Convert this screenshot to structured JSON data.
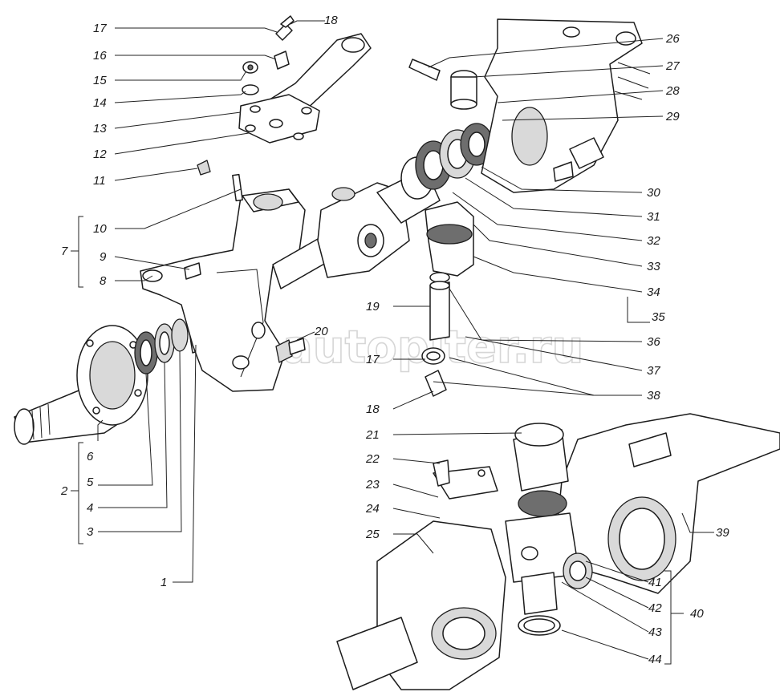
{
  "watermark": "autopiter.ru",
  "callouts": {
    "c1": "1",
    "c2": "2",
    "c3": "3",
    "c4": "4",
    "c5": "5",
    "c6": "6",
    "c7": "7",
    "c8": "8",
    "c9": "9",
    "c10": "10",
    "c11": "11",
    "c12": "12",
    "c13": "13",
    "c14": "14",
    "c15": "15",
    "c16": "16",
    "c17a": "17",
    "c18a": "18",
    "c17b": "17",
    "c18b": "18",
    "c19": "19",
    "c20": "20",
    "c21": "21",
    "c22": "22",
    "c23": "23",
    "c24": "24",
    "c25": "25",
    "c26": "26",
    "c27": "27",
    "c28": "28",
    "c29": "29",
    "c30": "30",
    "c31": "31",
    "c32": "32",
    "c33": "33",
    "c34": "34",
    "c35": "35",
    "c36": "36",
    "c37": "37",
    "c38": "38",
    "c39": "39",
    "c40": "40",
    "c41": "41",
    "c42": "42",
    "c43": "43",
    "c44": "44"
  }
}
